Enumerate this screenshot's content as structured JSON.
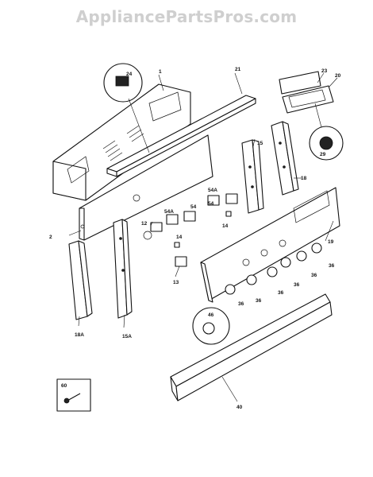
{
  "watermark": "AppliancePartsPros.com",
  "labels": {
    "l1": "1",
    "l2": "2",
    "l12": "12",
    "l13": "13",
    "l14a": "14",
    "l14b": "14",
    "l15": "15",
    "l15a": "15A",
    "l18": "18",
    "l18a": "18A",
    "l19": "19",
    "l20": "20",
    "l21": "21",
    "l23": "23",
    "l24": "24",
    "l29": "29",
    "l36a": "36",
    "l36b": "36",
    "l36c": "36",
    "l36d": "36",
    "l36e": "36",
    "l36f": "36",
    "l40": "40",
    "l46": "46",
    "l54a": "54",
    "l54b": "54",
    "l54aa": "54A",
    "l54ab": "54A",
    "l60": "60"
  }
}
